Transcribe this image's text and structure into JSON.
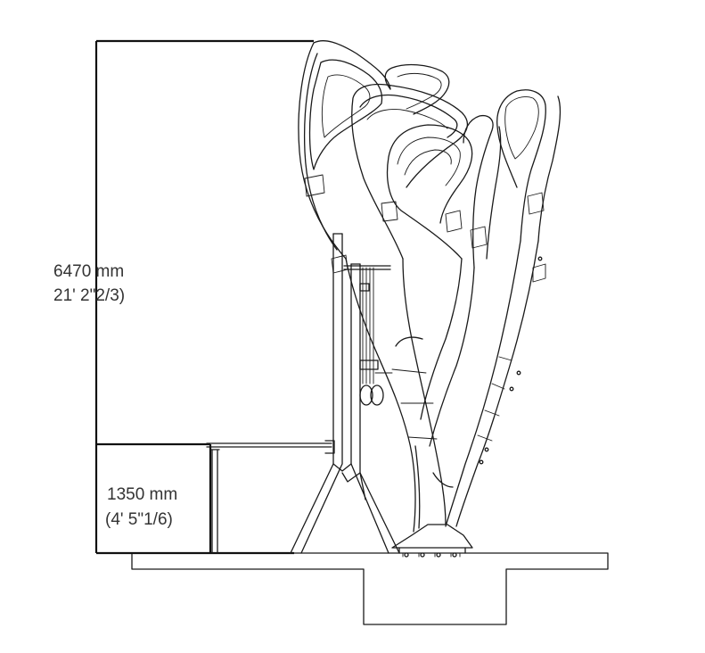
{
  "dimensions": {
    "overall_height": {
      "metric": "6470 mm",
      "imperial": "21' 2\"2/3)"
    },
    "bar_height": {
      "metric": "1350 mm",
      "imperial": "(4' 5\"1/6)"
    }
  },
  "colors": {
    "line": "#1a1a1a",
    "text": "#333333",
    "background": "#ffffff"
  }
}
